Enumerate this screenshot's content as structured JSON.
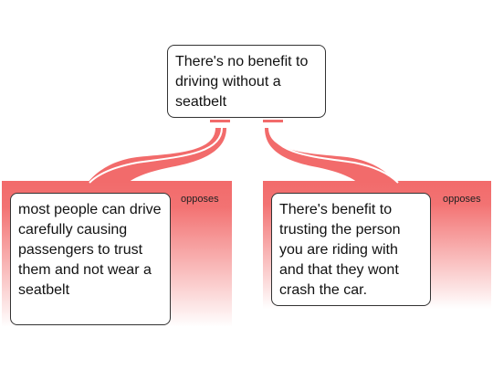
{
  "claim": {
    "text": "There's no benefit to driving without a seatbelt"
  },
  "premises": [
    {
      "text": "most people can drive carefully causing passengers to trust them and not wear a seatbelt",
      "relation": "opposes"
    },
    {
      "text": "There's benefit to trusting the person you are riding with and that they wont crash the car.",
      "relation": "opposes"
    }
  ],
  "colors": {
    "oppose": "#f26b6b",
    "node_border": "#333333"
  }
}
